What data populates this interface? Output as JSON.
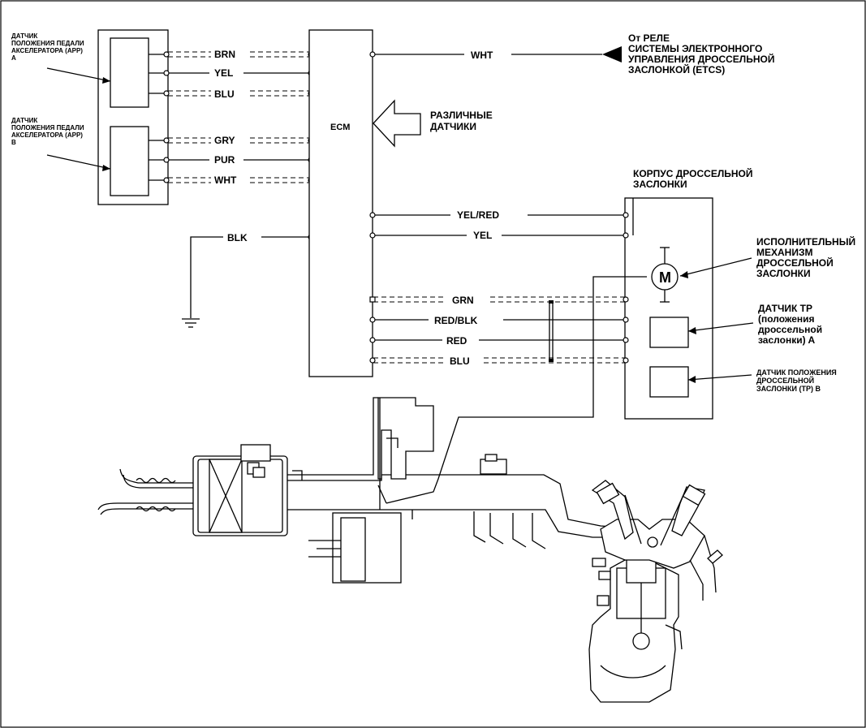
{
  "sensors": {
    "app_a": [
      "ДАТЧИК",
      "ПОЛОЖЕНИЯ ПЕДАЛИ",
      "АКСЕЛЕРАТОРА (APP)",
      "A"
    ],
    "app_b": [
      "ДАТЧИК",
      "ПОЛОЖЕНИЯ ПЕДАЛИ",
      "АКСЕЛЕРАТОРА (APP)",
      "B"
    ]
  },
  "left_wires": [
    "BRN",
    "YEL",
    "BLU",
    "GRY",
    "PUR",
    "WHT"
  ],
  "ground_wire": "BLK",
  "ecm_label": "ECM",
  "etcs_wire": "WHT",
  "etcs_relay": [
    "От РЕЛЕ",
    "СИСТЕМЫ ЭЛЕКТРОННОГО",
    "УПРАВЛЕНИЯ ДРОССЕЛЬНОЙ",
    "ЗАСЛОНКОЙ (ETCS)"
  ],
  "various_sensors": [
    "РАЗЛИЧНЫЕ",
    "ДАТЧИКИ"
  ],
  "throttle_body": [
    "КОРПУС ДРОССЕЛЬНОЙ",
    "ЗАСЛОНКИ"
  ],
  "right_wires_top": [
    "YEL/RED",
    "YEL"
  ],
  "right_wires_bottom": [
    "GRN",
    "RED/BLK",
    "RED",
    "BLU"
  ],
  "actuator": [
    "ИСПОЛНИТЕЛЬНЫЙ",
    "МЕХАНИЗМ",
    "ДРОССЕЛЬНОЙ",
    "ЗАСЛОНКИ"
  ],
  "motor_symbol": "M",
  "tp_a": [
    "ДАТЧИК TP",
    "(положения",
    "дроссельной",
    "заслонки) A"
  ],
  "tp_b": [
    "ДАТЧИК ПОЛОЖЕНИЯ",
    "ДРОССЕЛЬНОЙ",
    "ЗАСЛОНКИ (TP) B"
  ]
}
